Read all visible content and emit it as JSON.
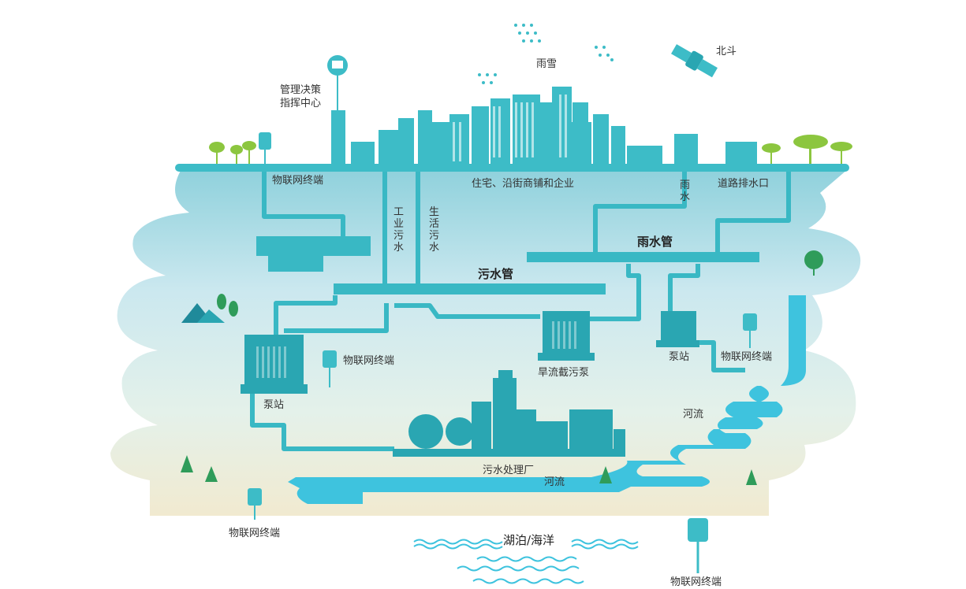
{
  "labels": {
    "rain_snow": "雨雪",
    "beidou": "北斗",
    "command_center": "管理决策指挥中心",
    "iot_terminal_top": "物联网终端",
    "residential": "住宅、沿街商铺和企业",
    "rain_vertical": "雨水",
    "road_drain": "道路排水口",
    "industrial_sewage": "工业污水",
    "domestic_sewage": "生活污水",
    "rainwater_pipe": "雨水管",
    "sewage_pipe": "污水管",
    "dry_flow_pump": "旱流截污泵",
    "pump_station_right": "泵站",
    "iot_terminal_right": "物联网终端",
    "iot_terminal_left": "物联网终端",
    "pump_station_left": "泵站",
    "river_right": "河流",
    "treatment_plant": "污水处理厂",
    "river_bottom": "河流",
    "iot_terminal_bottom_left": "物联网终端",
    "lake_sea": "湖泊/海洋",
    "iot_terminal_bottom_right": "物联网终端"
  },
  "colors": {
    "teal": "#3dbcc7",
    "teal_dark": "#2aa6b2",
    "pipe": "#39b8c4",
    "water": "#3ec3de",
    "sky": "#cbe8ef",
    "sand": "#efe9cf",
    "tree": "#7cc24e",
    "forest": "#2f9c5a"
  }
}
